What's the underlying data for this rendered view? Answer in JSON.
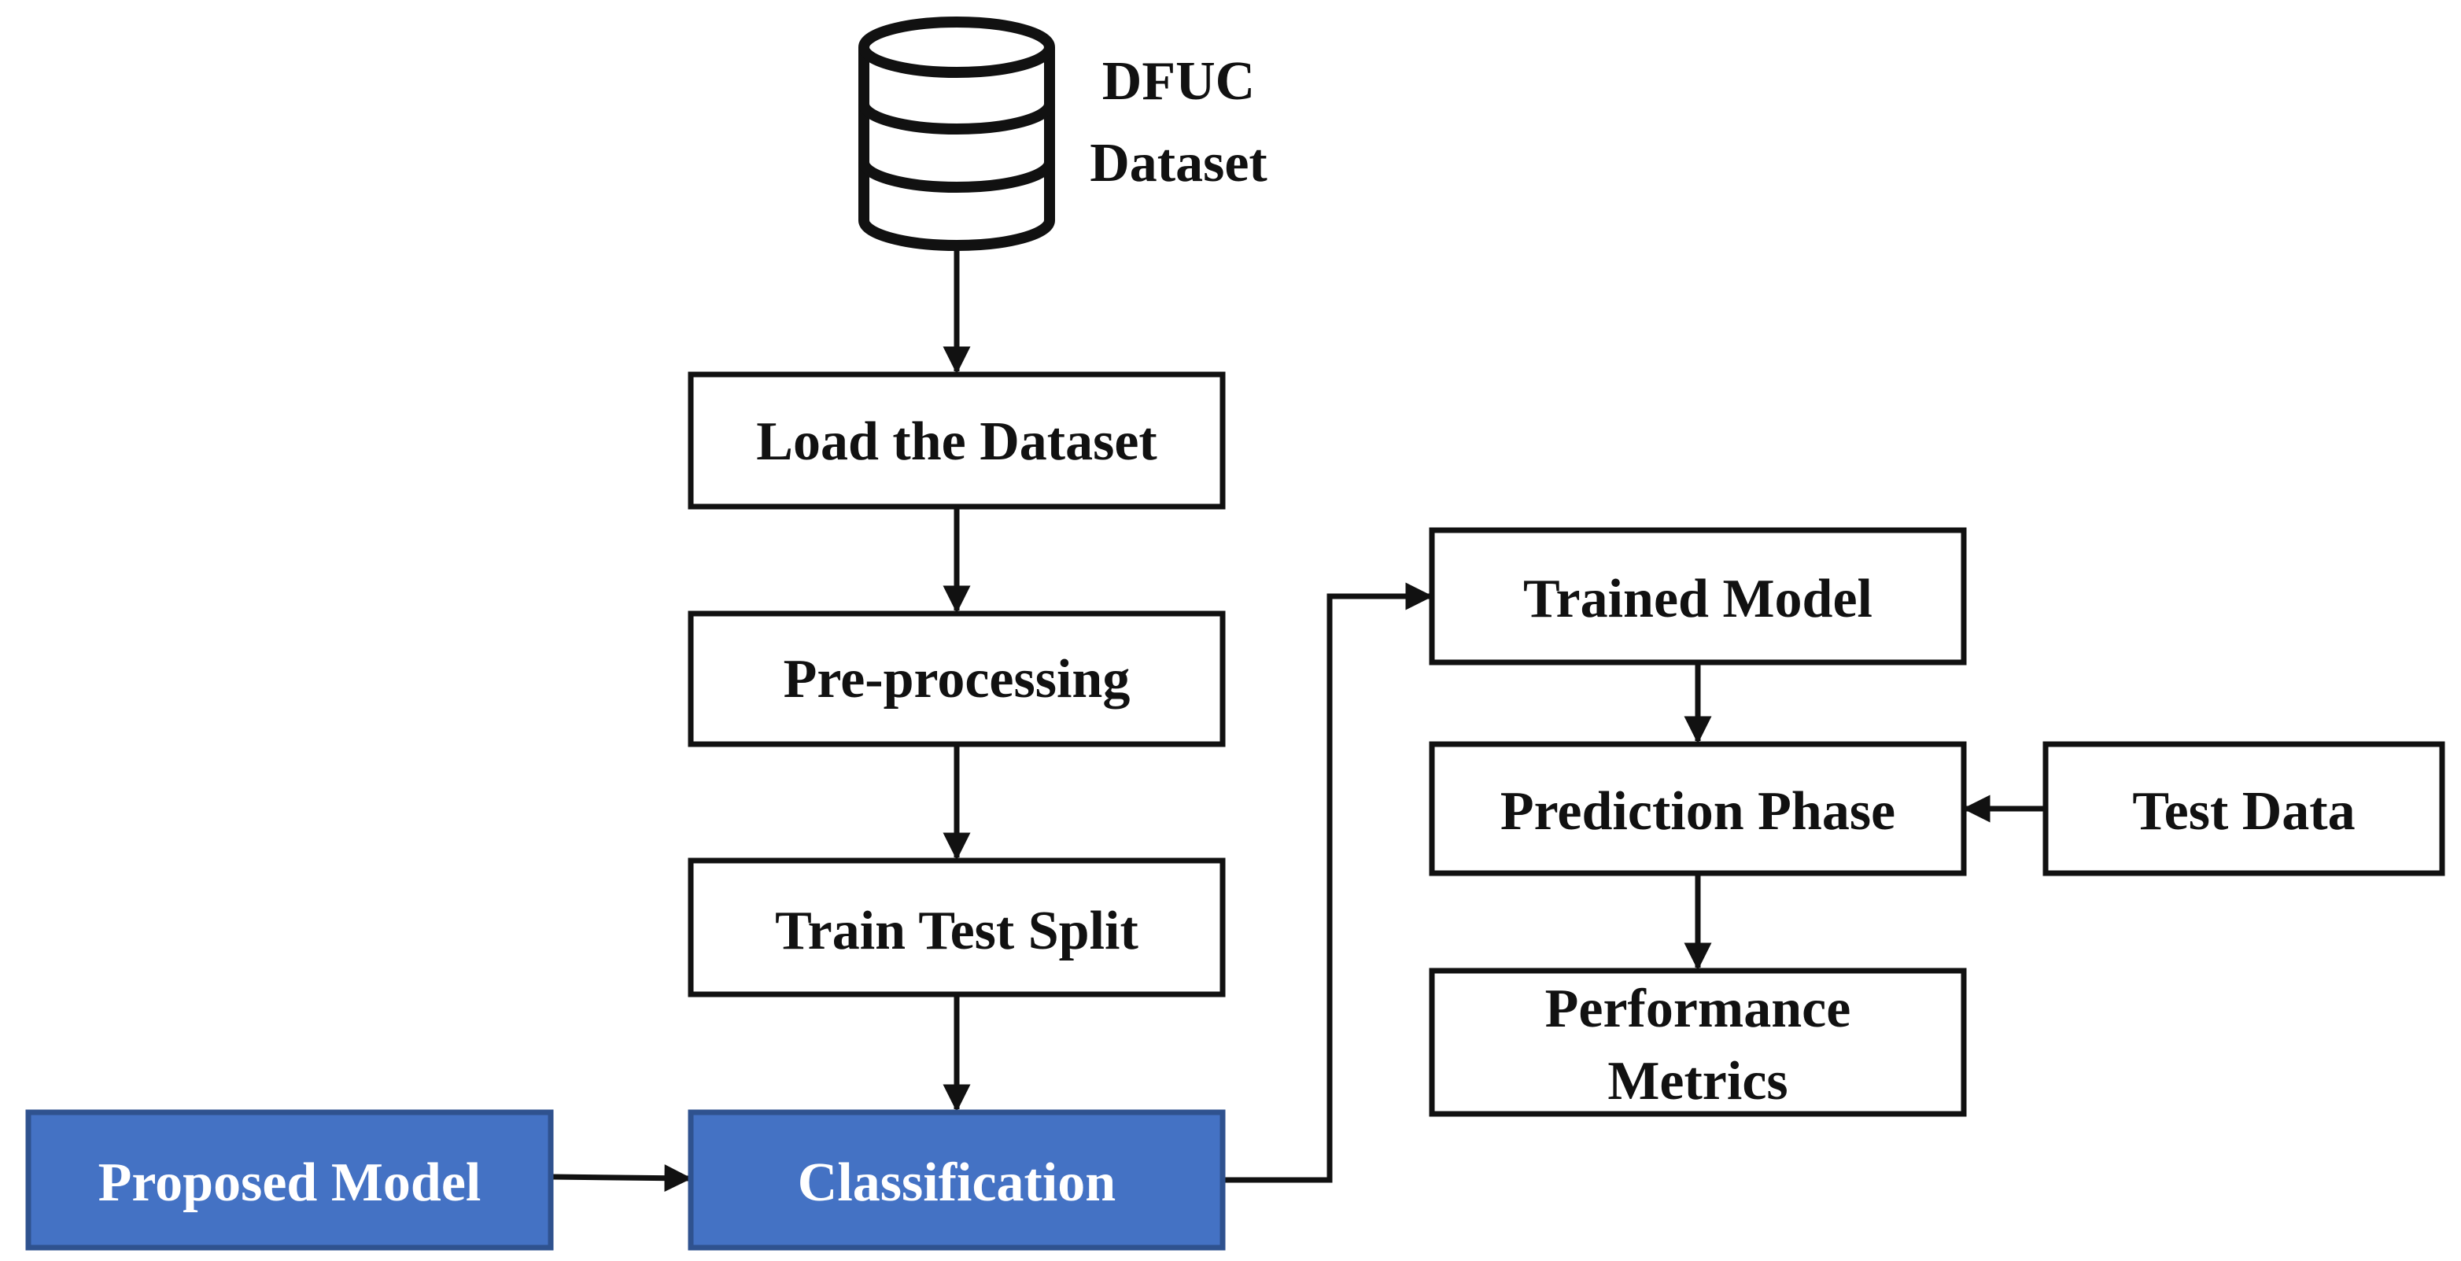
{
  "dataset": {
    "title_line1": "DFUC",
    "title_line2": "Dataset",
    "icon": "database-icon"
  },
  "nodes": {
    "load": {
      "label": "Load the Dataset"
    },
    "preprocess": {
      "label": "Pre-processing"
    },
    "split": {
      "label": "Train Test Split"
    },
    "classification": {
      "label": "Classification"
    },
    "proposed": {
      "label": "Proposed Model"
    },
    "trained": {
      "label": "Trained Model"
    },
    "prediction": {
      "label": "Prediction Phase"
    },
    "testdata": {
      "label": "Test Data"
    },
    "metrics": {
      "label_line1": "Performance",
      "label_line2": "Metrics"
    }
  },
  "colors": {
    "highlight_fill": "#4472c4",
    "highlight_border": "#2f528f",
    "line": "#111111",
    "background": "#ffffff"
  }
}
